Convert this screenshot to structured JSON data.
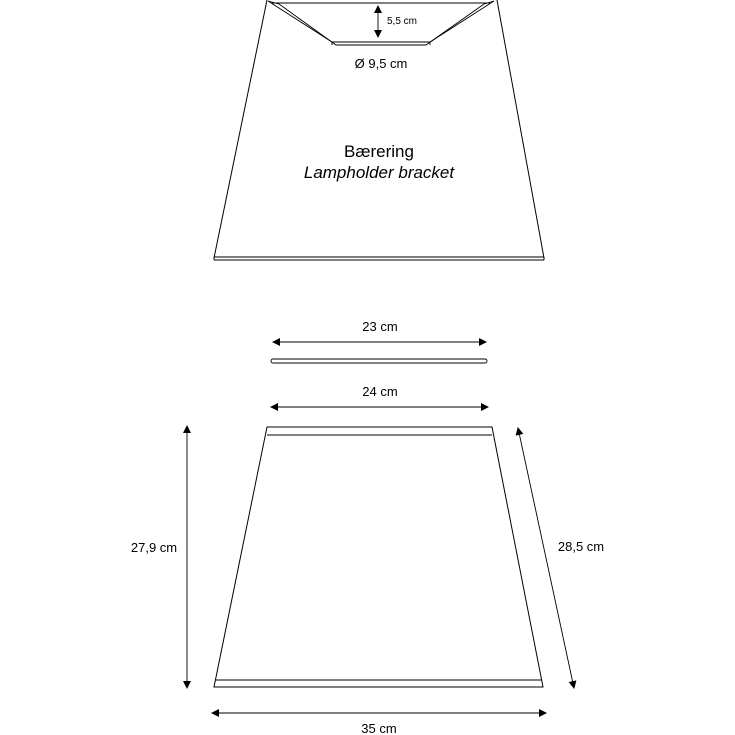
{
  "top_view": {
    "title": "Bærering",
    "subtitle": "Lampholder bracket",
    "bracket_depth_label": "5,5 cm",
    "bracket_diameter_label": "Ø 9,5 cm"
  },
  "ring": {
    "width_label": "23 cm"
  },
  "shade": {
    "top_width_label": "24 cm",
    "height_label": "27,9 cm",
    "slant_height_label": "28,5 cm",
    "bottom_width_label": "35 cm"
  },
  "colors": {
    "stroke": "#000000",
    "background": "#ffffff"
  }
}
